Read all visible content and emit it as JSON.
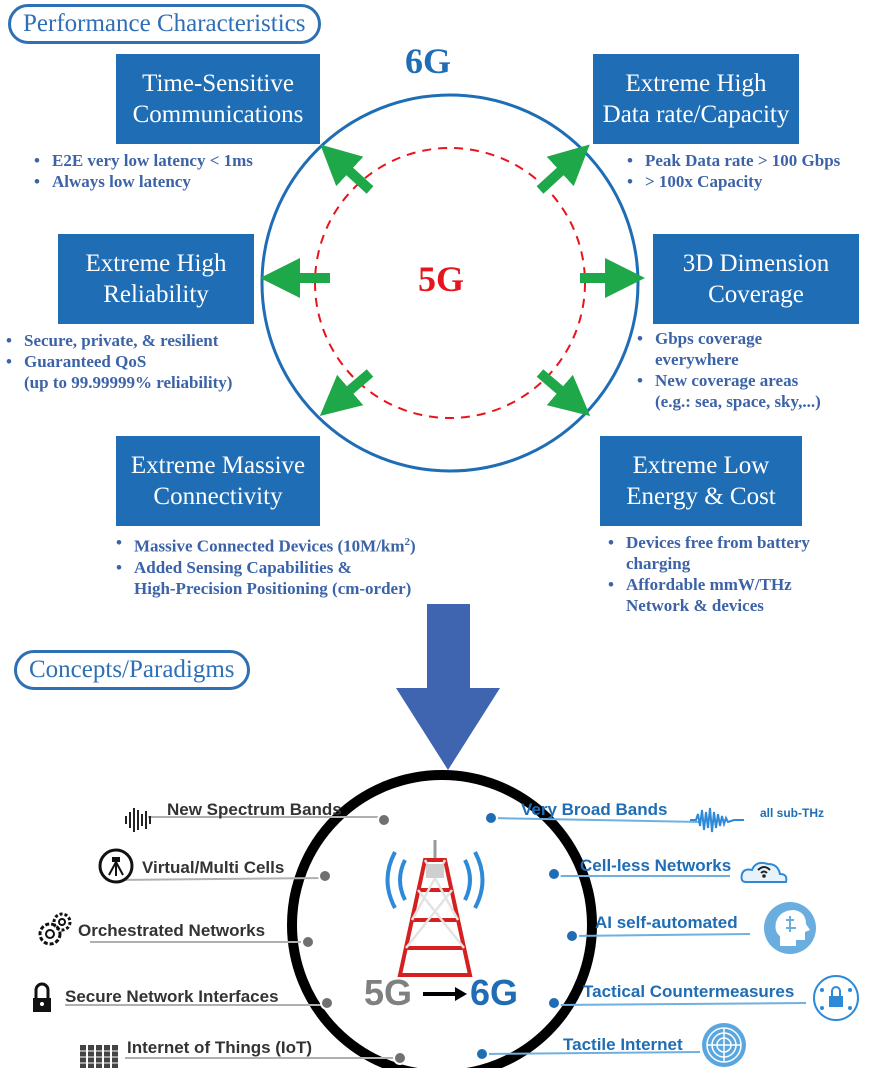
{
  "performance": {
    "title": "Performance Characteristics",
    "outer_label": "6G",
    "inner_label": "5G",
    "boxes": [
      {
        "line1": "Time-Sensitive",
        "line2": "Communications",
        "bullets": [
          "E2E very low latency < 1ms",
          "Always low latency"
        ]
      },
      {
        "line1": "Extreme High",
        "line2": "Data rate/Capacity",
        "bullets": [
          "Peak Data rate > 100 Gbps",
          "> 100x Capacity"
        ]
      },
      {
        "line1": "Extreme High",
        "line2": "Reliability",
        "bullets": [
          "Secure, private, & resilient",
          "Guaranteed QoS"
        ],
        "bullet2_cont": "(up to 99.99999% reliability)"
      },
      {
        "line1": "3D Dimension",
        "line2": "Coverage",
        "bullets": [
          "Gbps coverage",
          "New coverage areas"
        ],
        "bullet1_cont": "everywhere",
        "bullet2_cont": "(e.g.: sea, space, sky,...)"
      },
      {
        "line1": "Extreme Massive",
        "line2": "Connectivity",
        "bullets": [
          "Massive Connected Devices (10M/km",
          "Added Sensing Capabilities &"
        ],
        "bullet1_sup": "2",
        "bullet1_end": ")",
        "bullet2_cont": "High-Precision Positioning (cm-order)"
      },
      {
        "line1": "Extreme Low",
        "line2": "Energy & Cost",
        "bullets": [
          "Devices free from battery",
          "Affordable mmW/THz"
        ],
        "bullet1_cont": "charging",
        "bullet2_cont": "Network & devices"
      }
    ]
  },
  "concepts": {
    "title": "Concepts/Paradigms",
    "from_label": "5G",
    "to_label": "6G",
    "left_items": [
      {
        "label": "New Spectrum Bands",
        "icon": "sound-wave-icon"
      },
      {
        "label": "Virtual/Multi Cells",
        "icon": "tripod-icon"
      },
      {
        "label": "Orchestrated Networks",
        "icon": "gears-icon"
      },
      {
        "label": "Secure Network Interfaces",
        "icon": "padlock-icon"
      },
      {
        "label": "Internet of Things (IoT)",
        "icon": "device-grid-icon"
      }
    ],
    "right_items": [
      {
        "label": "Very Broad Bands",
        "icon": "waveform-icon",
        "extra": "all sub-THz"
      },
      {
        "label": "Cell-less Networks",
        "icon": "cloud-wifi-icon"
      },
      {
        "label": "AI self-automated",
        "icon": "ai-head-icon"
      },
      {
        "label": "Tactical Countermeasures",
        "icon": "security-lock-icon"
      },
      {
        "label": "Tactile Internet",
        "icon": "fingerprint-icon"
      }
    ]
  },
  "colors": {
    "box_blue": "#1f6db5",
    "bullet_blue": "#3c63a8",
    "arrow_green": "#1fa84a",
    "red": "#e8141b",
    "big_arrow": "#3f64b0",
    "gray_text": "#808080"
  }
}
